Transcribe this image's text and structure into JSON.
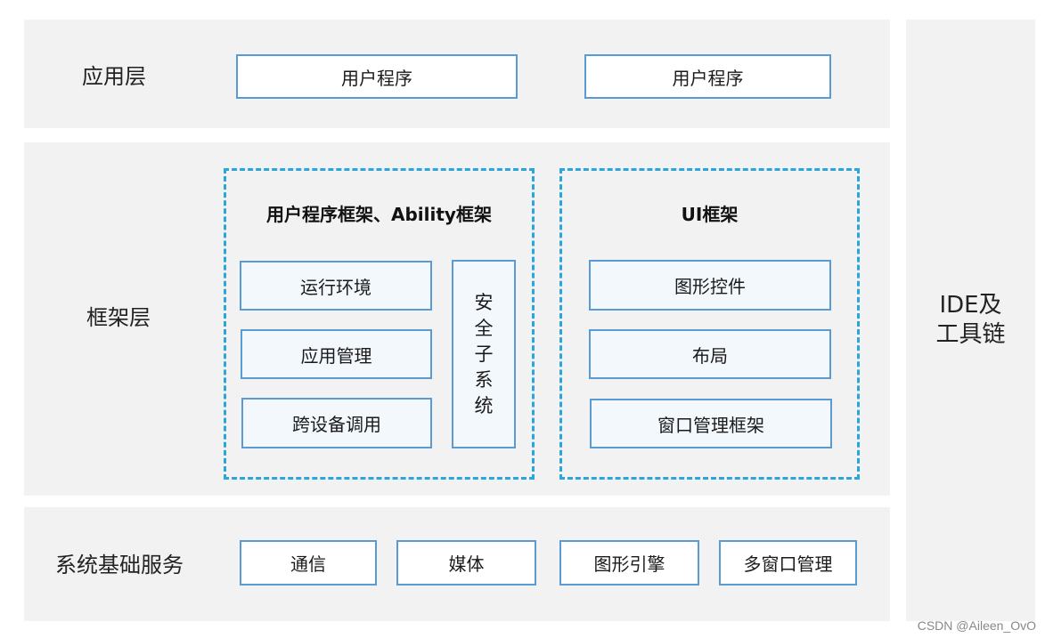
{
  "application_layer": {
    "label": "应用层",
    "boxes": [
      "用户程序",
      "用户程序"
    ]
  },
  "framework_layer": {
    "label": "框架层",
    "left_group": {
      "title": "用户程序框架、Ability框架",
      "boxes": [
        "运行环境",
        "应用管理",
        "跨设备调用"
      ],
      "vertical_box": [
        "安",
        "全",
        "子",
        "系",
        "统"
      ]
    },
    "right_group": {
      "title": "UI框架",
      "boxes": [
        "图形控件",
        "布局",
        "窗口管理框架"
      ]
    }
  },
  "system_layer": {
    "label": "系统基础服务",
    "boxes": [
      "通信",
      "媒体",
      "图形引擎",
      "多窗口管理"
    ]
  },
  "side_panel": {
    "line1": "IDE及",
    "line2": "工具链"
  },
  "watermark": "CSDN @Aileen_OvO"
}
